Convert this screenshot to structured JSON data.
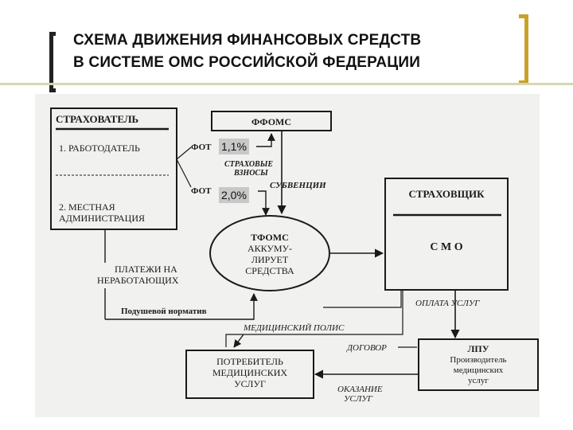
{
  "slide": {
    "title_line1": "СХЕМА ДВИЖЕНИЯ ФИНАНСОВЫХ СРЕДСТВ",
    "title_line2": "В СИСТЕМЕ ОМС РОССИЙСКОЙ ФЕДЕРАЦИИ",
    "accent_color": "#c9a227"
  },
  "diagram": {
    "strakhovatel": {
      "title": "СТРАХОВАТЕЛЬ",
      "item1": "1. РАБОТОДАТЕЛЬ",
      "item2_line1": "2. МЕСТНАЯ",
      "item2_line2": "АДМИНИСТРАЦИЯ"
    },
    "ffoms": "ФФОМС",
    "fot1": "ФОТ",
    "pct1": "1,1%",
    "fot2": "ФОТ",
    "pct2": "2,0%",
    "vznosy_line1": "СТРАХОВЫЕ",
    "vznosy_line2": "ВЗНОСЫ",
    "subventsii": "СУБВЕНЦИИ",
    "tfoms": {
      "line1": "ТФОМС",
      "line2": "АККУМУ-",
      "line3": "ЛИРУЕТ",
      "line4": "СРЕДСТВА"
    },
    "strakhovshchik": {
      "title": "СТРАХОВЩИК",
      "smo": "С М О"
    },
    "platezhi_line1": "ПЛАТЕЖИ НА",
    "platezhi_line2": "НЕРАБОТАЮЩИХ",
    "podushevoy": "Подушевой норматив",
    "oplata": "ОПЛАТА УСЛУГ",
    "med_polis": "МЕДИЦИНСКИЙ ПОЛИС",
    "dogovor": "ДОГОВОР",
    "potrebitel": {
      "line1": "ПОТРЕБИТЕЛЬ",
      "line2": "МЕДИЦИНСКИХ",
      "line3": "УСЛУГ"
    },
    "lpu": {
      "title": "ЛПУ",
      "line1": "Производитель",
      "line2": "медицинских",
      "line3": "услуг"
    },
    "okazanie_line1": "ОКАЗАНИЕ",
    "okazanie_line2": "УСЛУГ"
  }
}
